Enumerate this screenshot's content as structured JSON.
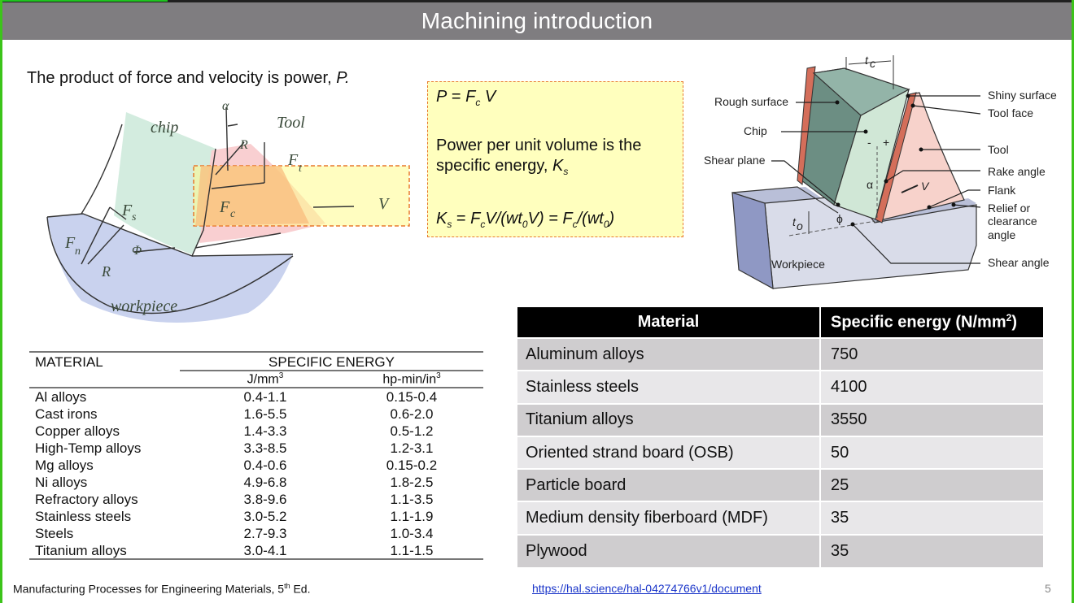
{
  "slide": {
    "title": "Machining introduction",
    "page_number": "5",
    "accent_colors": {
      "title_bar": "#7f7d80",
      "frame_green": "#3cc41a",
      "formula_box_fill": "#ffffbe",
      "formula_box_border": "#e8792e",
      "link": "#1a35c9"
    }
  },
  "intro": {
    "text": "The product of force and velocity is power, ",
    "symbol": "P."
  },
  "sketch": {
    "labels": {
      "chip": "chip",
      "tool": "Tool",
      "alpha": "α",
      "R_tool": "R",
      "Ft": "F",
      "Ft_sub": "t",
      "Fc": "F",
      "Fc_sub": "c",
      "V": "V",
      "Fs": "F",
      "Fs_sub": "s",
      "Fn": "F",
      "Fn_sub": "n",
      "R_work": "R",
      "phi": "Φ",
      "workpiece": "workpiece"
    }
  },
  "formula_box": {
    "line1": {
      "lhs": "P",
      "eq": " = ",
      "F": "F",
      "F_sub": "c",
      "V": " V"
    },
    "line2_text": "Power per unit volume is the specific energy, ",
    "line2_K": "K",
    "line2_K_sub": "s",
    "line3": {
      "K": "K",
      "K_sub": "s",
      "part1": " = ",
      "F1": "F",
      "F1_sub": "c",
      "part2": "V/(wt",
      "t_sub1": "0",
      "part3": "V) = ",
      "F2": "F",
      "F2_sub": "c",
      "part4": "/(wt",
      "t_sub2": "0",
      "part5": ")"
    }
  },
  "diagram": {
    "labels": {
      "tc": "t",
      "tc_sub": "c",
      "rough_surface": "Rough surface",
      "chip": "Chip",
      "shear_plane": "Shear plane",
      "shiny_surface": "Shiny surface",
      "tool_face": "Tool face",
      "tool": "Tool",
      "rake_angle": "Rake angle",
      "flank": "Flank",
      "relief_1": "Relief or",
      "relief_2": "clearance",
      "relief_3": "angle",
      "shear_angle": "Shear angle",
      "workpiece": "Workpiece",
      "to": "t",
      "to_sub": "o",
      "alpha": "α",
      "phi": "ϕ",
      "V": "V",
      "minus": "-",
      "plus": "+"
    }
  },
  "table_left": {
    "header_material": "MATERIAL",
    "header_group": "SPECIFIC ENERGY",
    "unit1": "J/mm",
    "unit1_sup": "3",
    "unit2": "hp-min/in",
    "unit2_sup": "3",
    "rows": [
      {
        "material": "Al alloys",
        "j_mm3": "0.4-1.1",
        "hp_min_in3": "0.15-0.4"
      },
      {
        "material": "Cast irons",
        "j_mm3": "1.6-5.5",
        "hp_min_in3": "0.6-2.0"
      },
      {
        "material": "Copper alloys",
        "j_mm3": "1.4-3.3",
        "hp_min_in3": "0.5-1.2"
      },
      {
        "material": "High-Temp alloys",
        "j_mm3": "3.3-8.5",
        "hp_min_in3": "1.2-3.1"
      },
      {
        "material": "Mg alloys",
        "j_mm3": "0.4-0.6",
        "hp_min_in3": "0.15-0.2"
      },
      {
        "material": "Ni alloys",
        "j_mm3": "4.9-6.8",
        "hp_min_in3": "1.8-2.5"
      },
      {
        "material": "Refractory alloys",
        "j_mm3": "3.8-9.6",
        "hp_min_in3": "1.1-3.5"
      },
      {
        "material": "Stainless steels",
        "j_mm3": "3.0-5.2",
        "hp_min_in3": "1.1-1.9"
      },
      {
        "material": "Steels",
        "j_mm3": "2.7-9.3",
        "hp_min_in3": "1.0-3.4"
      },
      {
        "material": "Titanium alloys",
        "j_mm3": "3.0-4.1",
        "hp_min_in3": "1.1-1.5"
      }
    ]
  },
  "table_right": {
    "header_material": "Material",
    "header_energy": "Specific energy (N/mm",
    "header_energy_sup": "2",
    "header_energy_close": ")",
    "rows": [
      {
        "material": "Aluminum alloys",
        "energy": "750"
      },
      {
        "material": "Stainless steels",
        "energy": "4100"
      },
      {
        "material": "Titanium alloys",
        "energy": "3550"
      },
      {
        "material": "Oriented strand board (OSB)",
        "energy": "50"
      },
      {
        "material": "Particle board",
        "energy": "25"
      },
      {
        "material": "Medium density fiberboard (MDF)",
        "energy": "35"
      },
      {
        "material": "Plywood",
        "energy": "35"
      }
    ]
  },
  "footer": {
    "source_text": "Manufacturing Processes for Engineering Materials, 5",
    "source_sup": "th",
    "source_end": " Ed.",
    "link_text": "https://hal.science/hal-04274766v1/document"
  }
}
